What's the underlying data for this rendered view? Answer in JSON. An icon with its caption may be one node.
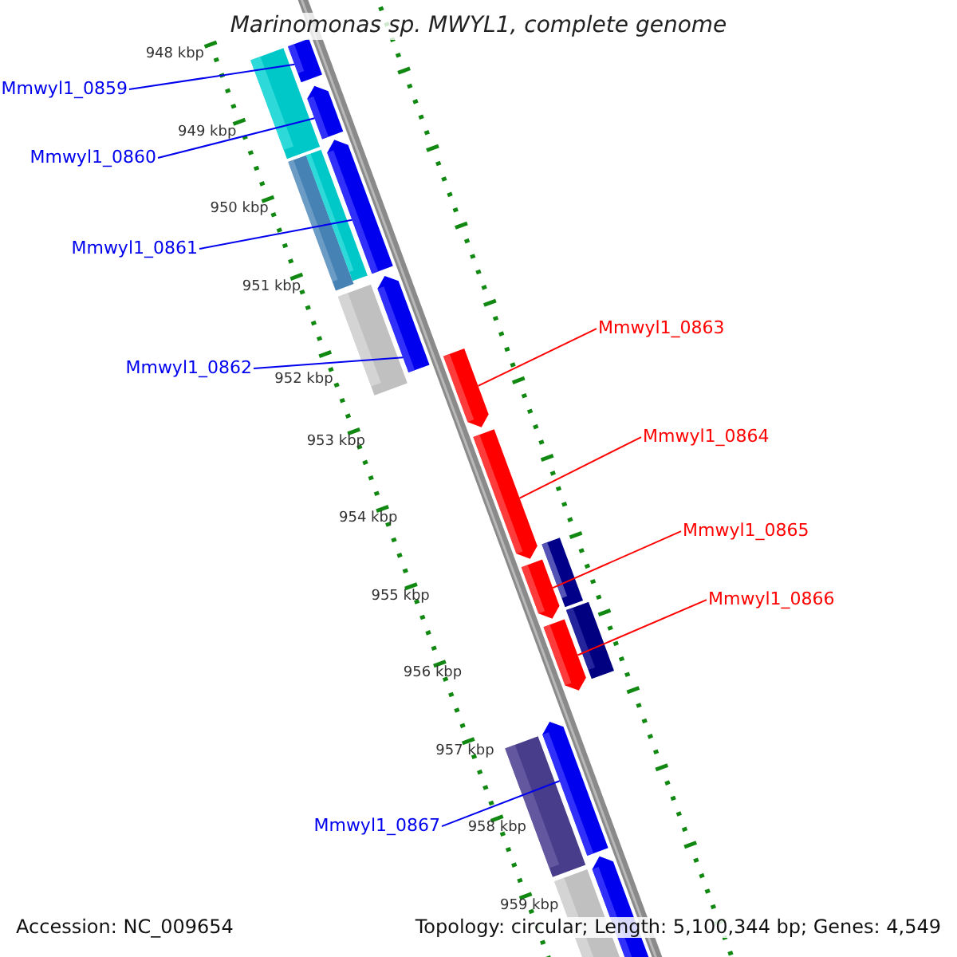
{
  "diagram": {
    "title": "Marinomonas sp. MWYL1, complete genome",
    "nodes": [
      {
        "text": [
          "Mmwyl1_0859"
        ]
      },
      {
        "text": [
          "Mmwyl1_0860"
        ]
      },
      {
        "text": [
          "Mmwyl1_0861"
        ]
      },
      {
        "text": [
          "Mmwyl1_0863"
        ]
      },
      {
        "text": [
          "Mmwyl1_0862"
        ]
      },
      {
        "text": [
          "Mmwyl1_0864"
        ]
      },
      {
        "text": [
          "Mmwyl1_0865"
        ]
      },
      {
        "text": [
          "Mmwyl1_0866"
        ]
      },
      {
        "text": [
          "Mmwyl1_0867"
        ]
      },
      {
        "text": [],
        "shape": "pentagon"
      },
      {
        "text": [],
        "shape": "pentagon"
      },
      {
        "text": [],
        "shape": "pentagon"
      },
      {
        "text": [],
        "shape": "pentagon"
      },
      {
        "text": [],
        "shape": "pentagon"
      },
      {
        "text": [],
        "shape": "pentagon"
      },
      {
        "text": [],
        "shape": "pentagon"
      },
      {
        "text": [],
        "shape": "pentagon"
      },
      {
        "text": [],
        "shape": "pentagon"
      }
    ],
    "edges": [
      {
        "from": 0,
        "to": 9,
        "arrow": "none"
      },
      {
        "from": 1,
        "to": 10,
        "arrow": "none"
      },
      {
        "from": 2,
        "to": 11,
        "arrow": "none"
      },
      {
        "from": 3,
        "to": 13,
        "arrow": "none",
        "color": "#ff0000"
      },
      {
        "from": 4,
        "to": 12,
        "arrow": "none"
      },
      {
        "from": 5,
        "to": 14,
        "arrow": "none",
        "color": "#ff0000"
      },
      {
        "from": 6,
        "to": 15,
        "arrow": "none",
        "color": "#ff0000"
      },
      {
        "from": 7,
        "to": 16,
        "arrow": "none",
        "color": "#ff0000"
      },
      {
        "from": 8,
        "to": 17,
        "arrow": "none"
      }
    ],
    "labels": [
      "948 kbp",
      "949 kbp",
      "950 kbp",
      "951 kbp",
      "952 kbp",
      "953 kbp",
      "954 kbp",
      "955 kbp",
      "956 kbp",
      "957 kbp",
      "958 kbp",
      "959 kbp",
      "Accession: NC_009654",
      "Topology: circular; Length: 5,100,344 bp; Genes: 4,549"
    ]
  }
}
